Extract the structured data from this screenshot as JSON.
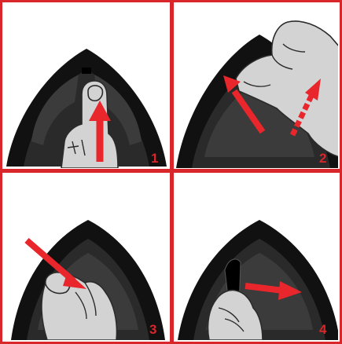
{
  "colors": {
    "frame_red": "#d9262b",
    "arrow_red": "#e8262c",
    "shell_black": "#111111",
    "interior_dark": "#2a2a2a",
    "liner_gray": "#3b3b3b",
    "hand_fill": "#d3d3d3",
    "hand_stroke": "#2b2b2b",
    "background": "#ffffff"
  },
  "panels": [
    {
      "number": "1",
      "icon": "thumb-push-up-icon"
    },
    {
      "number": "2",
      "icon": "pull-tab-up-icon"
    },
    {
      "number": "3",
      "icon": "pinch-insert-icon"
    },
    {
      "number": "4",
      "icon": "pull-strap-right-icon"
    }
  ]
}
